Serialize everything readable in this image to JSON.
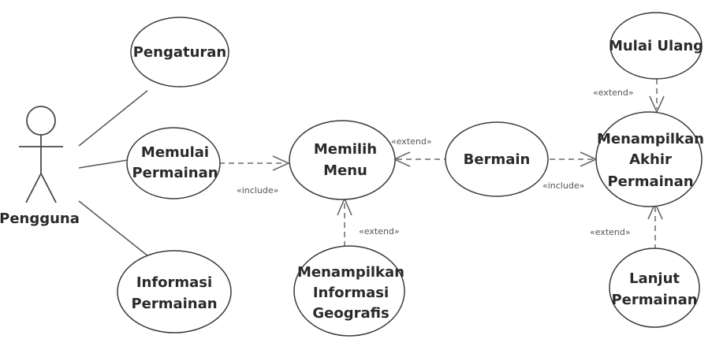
{
  "actor": {
    "name": "Pengguna"
  },
  "use_cases": {
    "pengaturan": [
      "Pengaturan"
    ],
    "memulai_permainan": [
      "Memulai",
      "Permainan"
    ],
    "informasi_permainan": [
      "Informasi",
      "Permainan"
    ],
    "memilih_menu": [
      "Memilih",
      "Menu"
    ],
    "menampilkan_informasi_geografis": [
      "Menampilkan",
      "Informasi",
      "Geografis"
    ],
    "bermain": [
      "Bermain"
    ],
    "menampilkan_akhir_permainan": [
      "Menampilkan",
      "Akhir",
      "Permainan"
    ],
    "mulai_ulang": [
      "Mulai Ulang"
    ],
    "lanjut_permainan": [
      "Lanjut",
      "Permainan"
    ]
  },
  "relations": {
    "include_memulai_to_menu": "«include»",
    "extend_bermain_to_menu": "«extend»",
    "extend_geografis_to_menu": "«extend»",
    "include_bermain_to_akhir": "«include»",
    "extend_mulai_ulang_to_akhir": "«extend»",
    "extend_lanjut_to_akhir": "«extend»"
  }
}
